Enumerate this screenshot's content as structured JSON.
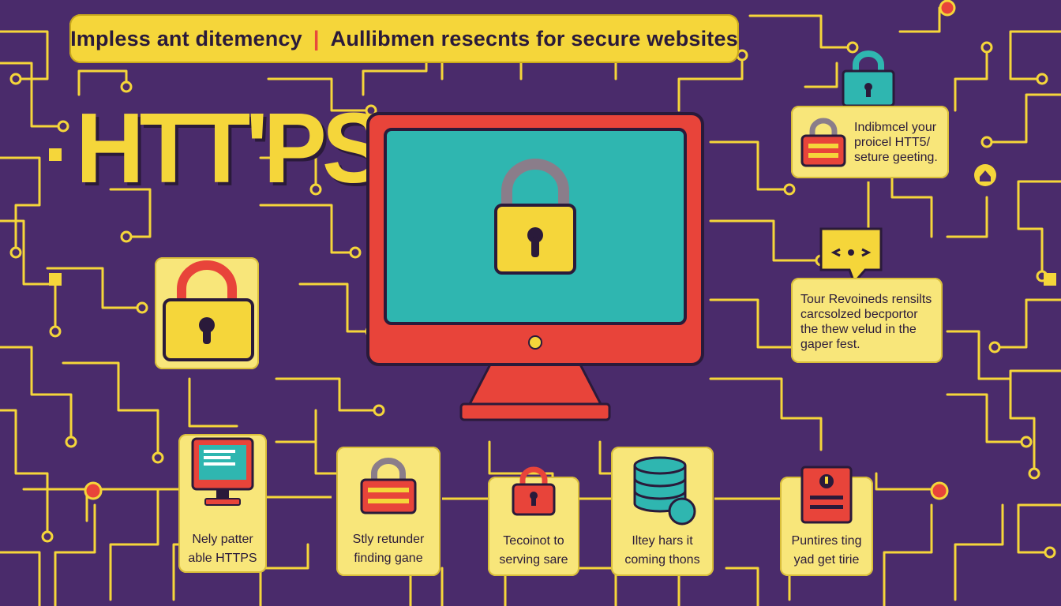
{
  "banner": {
    "left": "Impless ant ditemency",
    "separator": "|",
    "right": "Aullibmen resecnts for secure websites"
  },
  "title": "HTT'PS",
  "colors": {
    "background": "#4a2b6b",
    "trace": "#f5d63a",
    "card": "#f8e67a",
    "monitor_frame": "#e84a3a",
    "screen": "#2fb6b0",
    "lock_body": "#f5d63a",
    "lock_red": "#e8443a"
  },
  "icons": [
    "lock-icon",
    "monitor-icon",
    "code-bubble-icon",
    "database-icon",
    "document-icon",
    "home-icon"
  ],
  "callouts": {
    "top": {
      "line1": "Indibmcel your",
      "line2": "proicel HTT5/",
      "line3": "seture geeting."
    },
    "middle": {
      "line1": "Tour Revoineds rensilts",
      "line2": "carcsolzed becportor",
      "line3": "the thew velud in the",
      "line4": "gaper fest."
    }
  },
  "bottom_cards": [
    {
      "line1": "Nely patter",
      "line2": "able HTTPS"
    },
    {
      "line1": "Stly retunder",
      "line2": "finding gane"
    },
    {
      "line1": "Tecoinot to",
      "line2": "serving sare"
    },
    {
      "line1": "Iltey hars it",
      "line2": "coming thons"
    },
    {
      "line1": "Puntires ting",
      "line2": "yad get tirie"
    }
  ]
}
